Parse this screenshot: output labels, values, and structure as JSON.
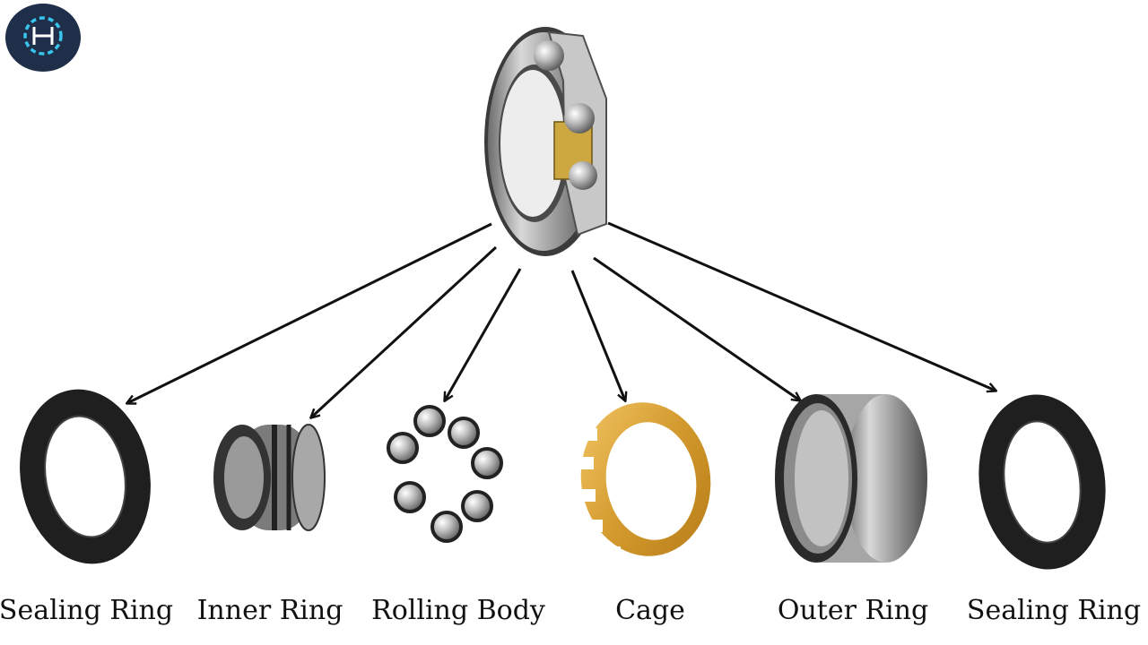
{
  "logo": {
    "icon": "wrench-gear-icon"
  },
  "main_item": {
    "icon": "ball-bearing-cutaway-icon"
  },
  "components": [
    {
      "label": "Sealing Ring",
      "icon": "sealing-ring-icon"
    },
    {
      "label": "Inner Ring",
      "icon": "inner-ring-icon"
    },
    {
      "label": "Rolling Body",
      "icon": "rolling-balls-icon"
    },
    {
      "label": "Cage",
      "icon": "cage-icon"
    },
    {
      "label": "Outer Ring",
      "icon": "outer-ring-icon"
    },
    {
      "label": "Sealing Ring",
      "icon": "sealing-ring-icon"
    }
  ],
  "colors": {
    "arrow": "#111111",
    "seal": "#1c1c1c",
    "steel": "#a9a9a9",
    "cage": "#d9a23a",
    "logo_bg": "#1f2f4a",
    "logo_accent": "#38c4ec"
  }
}
